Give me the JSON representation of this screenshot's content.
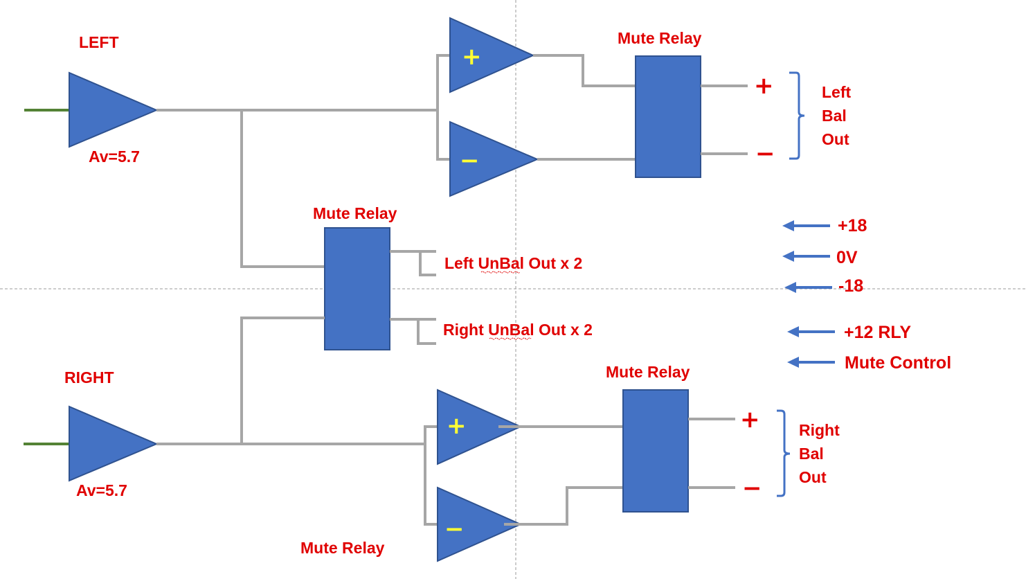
{
  "labels": {
    "left_channel": "LEFT",
    "right_channel": "RIGHT",
    "left_gain": "Av=5.7",
    "right_gain": "Av=5.7",
    "mute_relay_top": "Mute Relay",
    "mute_relay_center": "Mute Relay",
    "mute_relay_bottom": "Mute Relay",
    "mute_relay_footer": "Mute Relay",
    "left_unbal_out": "Left UnBal Out x 2",
    "right_unbal_out": "Right UnBal Out x 2",
    "left_bal_out": [
      "Left",
      "Bal",
      "Out"
    ],
    "right_bal_out": [
      "Right",
      "Bal",
      "Out"
    ]
  },
  "amp_signs": {
    "plus": "+",
    "minus": "−"
  },
  "polarity": {
    "plus": "+",
    "minus": "−"
  },
  "power_inputs": [
    {
      "label": "+18"
    },
    {
      "label": "0V"
    },
    {
      "label": "-18"
    },
    {
      "label": "+12 RLY"
    },
    {
      "label": "Mute Control"
    }
  ],
  "colors": {
    "component_fill": "#4472c4",
    "wire": "#a6a6a6",
    "input_wire": "#548235",
    "label_red": "#e00000",
    "sign_yellow": "#ffff33"
  }
}
